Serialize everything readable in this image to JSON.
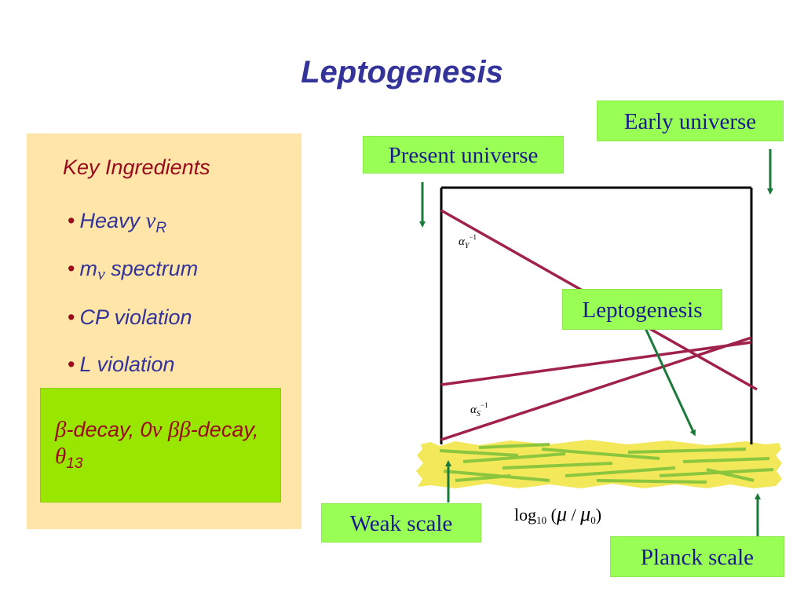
{
  "title": "Leptogenesis",
  "panel": {
    "heading": "Key Ingredients",
    "bullets": [
      {
        "dot": "•",
        "pre": "Heavy ",
        "sym": "ν",
        "sub": "R",
        "post": ""
      },
      {
        "dot": "•",
        "pre": "m",
        "sym": "ν",
        "sub": "",
        "post": " spectrum"
      },
      {
        "dot": "•",
        "pre": "CP violation",
        "sym": "",
        "sub": "",
        "post": ""
      },
      {
        "dot": "•",
        "pre": "L violation",
        "sym": "",
        "sub": "",
        "post": ""
      }
    ],
    "experiments": {
      "beta": "β",
      "decay1": "-decay, 0",
      "nu": "ν",
      "bb": "ββ",
      "decay2": "-decay, ",
      "theta": "θ",
      "theta_sub": "13"
    }
  },
  "diagram": {
    "labels": {
      "present_universe": "Present universe",
      "early_universe": "Early universe",
      "leptogenesis": "Leptogenesis",
      "weak_scale": "Weak scale",
      "planck_scale": "Planck scale"
    },
    "x_axis": {
      "log": "log",
      "base": "10",
      "open": " (",
      "mu": "μ",
      "slash": " / ",
      "mu0": "μ",
      "mu0_sub": "0",
      "close": ")"
    },
    "couplings": [
      {
        "greek": "α",
        "sub": "Y",
        "sup": "−1"
      },
      {
        "greek": "α",
        "sub": "S",
        "sup": "−1"
      }
    ],
    "colors": {
      "coupling_line": "#a0224a",
      "frame": "#000000",
      "arrow": "#1a7a3a",
      "label_bg": "#99ff55",
      "label_text": "#1a1a8c",
      "band_fill": "#f2e85a",
      "band_stripes": "#8cc63f"
    }
  }
}
